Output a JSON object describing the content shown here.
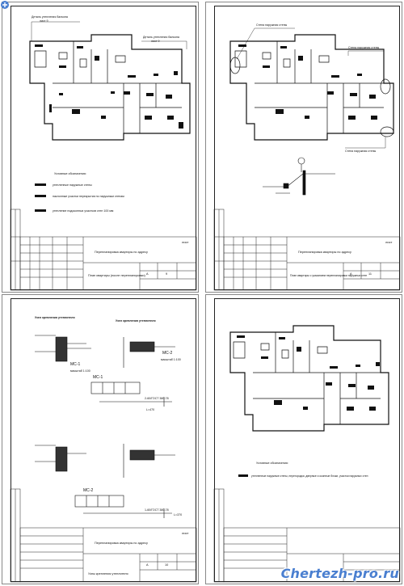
{
  "sheets": [
    {
      "id": "s1",
      "callouts": [
        "Деталь утепления балкона",
        "лист 9",
        "Деталь утепления балкона",
        "лист 9"
      ],
      "legend_title": "Условные обозначения:",
      "legend_items": [
        "утепленные наружные стены",
        "наклонные участки перекрытия по наружным стенам",
        "утепление подоконных участков стен 100 мм"
      ],
      "title_main": "Перепланировка квартиры по адресу",
      "title_sub": "План квартиры (после перепланировки)",
      "stage": "А",
      "sheet_no": "9",
      "corner_mark": "лист"
    },
    {
      "id": "s2",
      "callouts": [
        "Стена наружная стены",
        "Стена наружная стены",
        "Стена наружная стены"
      ],
      "title_main": "Перепланировка квартиры по адресу",
      "title_sub": "План квартиры с указанием перепланировки наружных стен",
      "stage": "А",
      "sheet_no": "11",
      "corner_mark": "лист"
    },
    {
      "id": "s3",
      "labels": [
        "Узел крепления утеплителя",
        "Узел крепления утеплителя",
        "МС-1",
        "МС-2",
        "МС-1",
        "МС-2",
        "масштаб 1:100",
        "масштаб 1:100",
        "2-60/ГОСТ 380-78",
        "1-60/ГОСТ 380-78",
        "L=470",
        "L=370"
      ],
      "title_main": "Перепланировка квартиры по адресу",
      "title_sub": "Узлы крепления утеплителя",
      "stage": "А",
      "sheet_no": "10",
      "corner_mark": "лист"
    },
    {
      "id": "s4",
      "legend_title": "Условные обозначения:",
      "legend_items": [
        "утепленные наружные стены, перегородки, дверные и оконные блоки, участки наружных стен"
      ],
      "title_main": "",
      "title_sub": "",
      "stage": "",
      "sheet_no": "",
      "corner_mark": ""
    }
  ],
  "watermark": {
    "text": "Chertezh-pro.ru",
    "color": "#4a7fd0"
  }
}
